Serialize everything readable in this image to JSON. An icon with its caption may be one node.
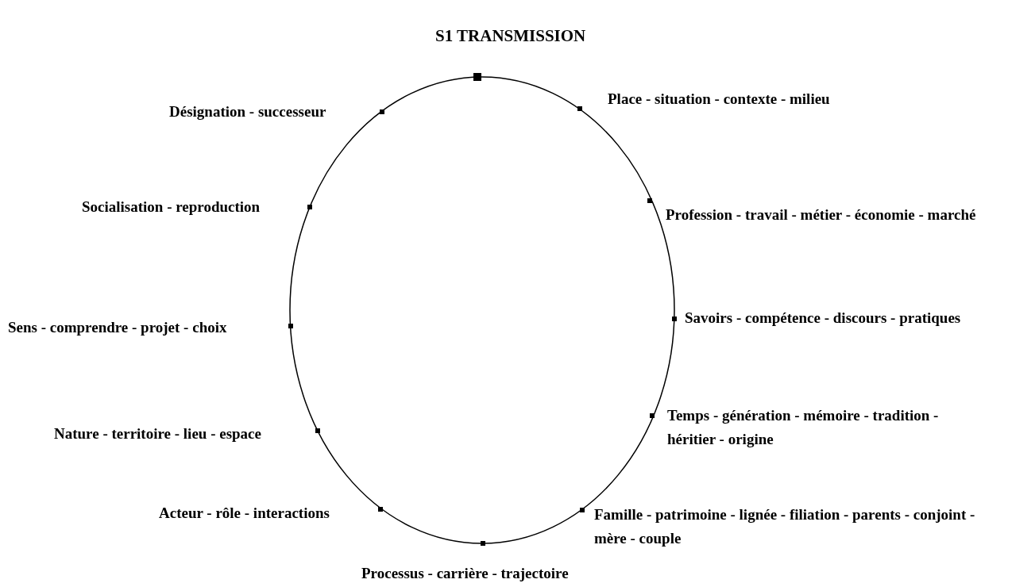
{
  "diagram": {
    "title": "S1 TRANSMISSION",
    "labels": [
      "Place - situation - contexte - milieu",
      "Désignation - successeur",
      "Socialisation - reproduction",
      "Profession - travail - métier - économie - marché",
      "Savoirs - compétence - discours - pratiques",
      "Sens - comprendre - projet - choix",
      "Temps - génération - mémoire - tradition - héritier - origine",
      "Nature - territoire - lieu - espace",
      "Acteur - rôle - interactions",
      "Famille - patrimoine - lignée - filiation - parents - conjoint - mère - couple",
      "Processus - carrière - trajectoire"
    ]
  }
}
